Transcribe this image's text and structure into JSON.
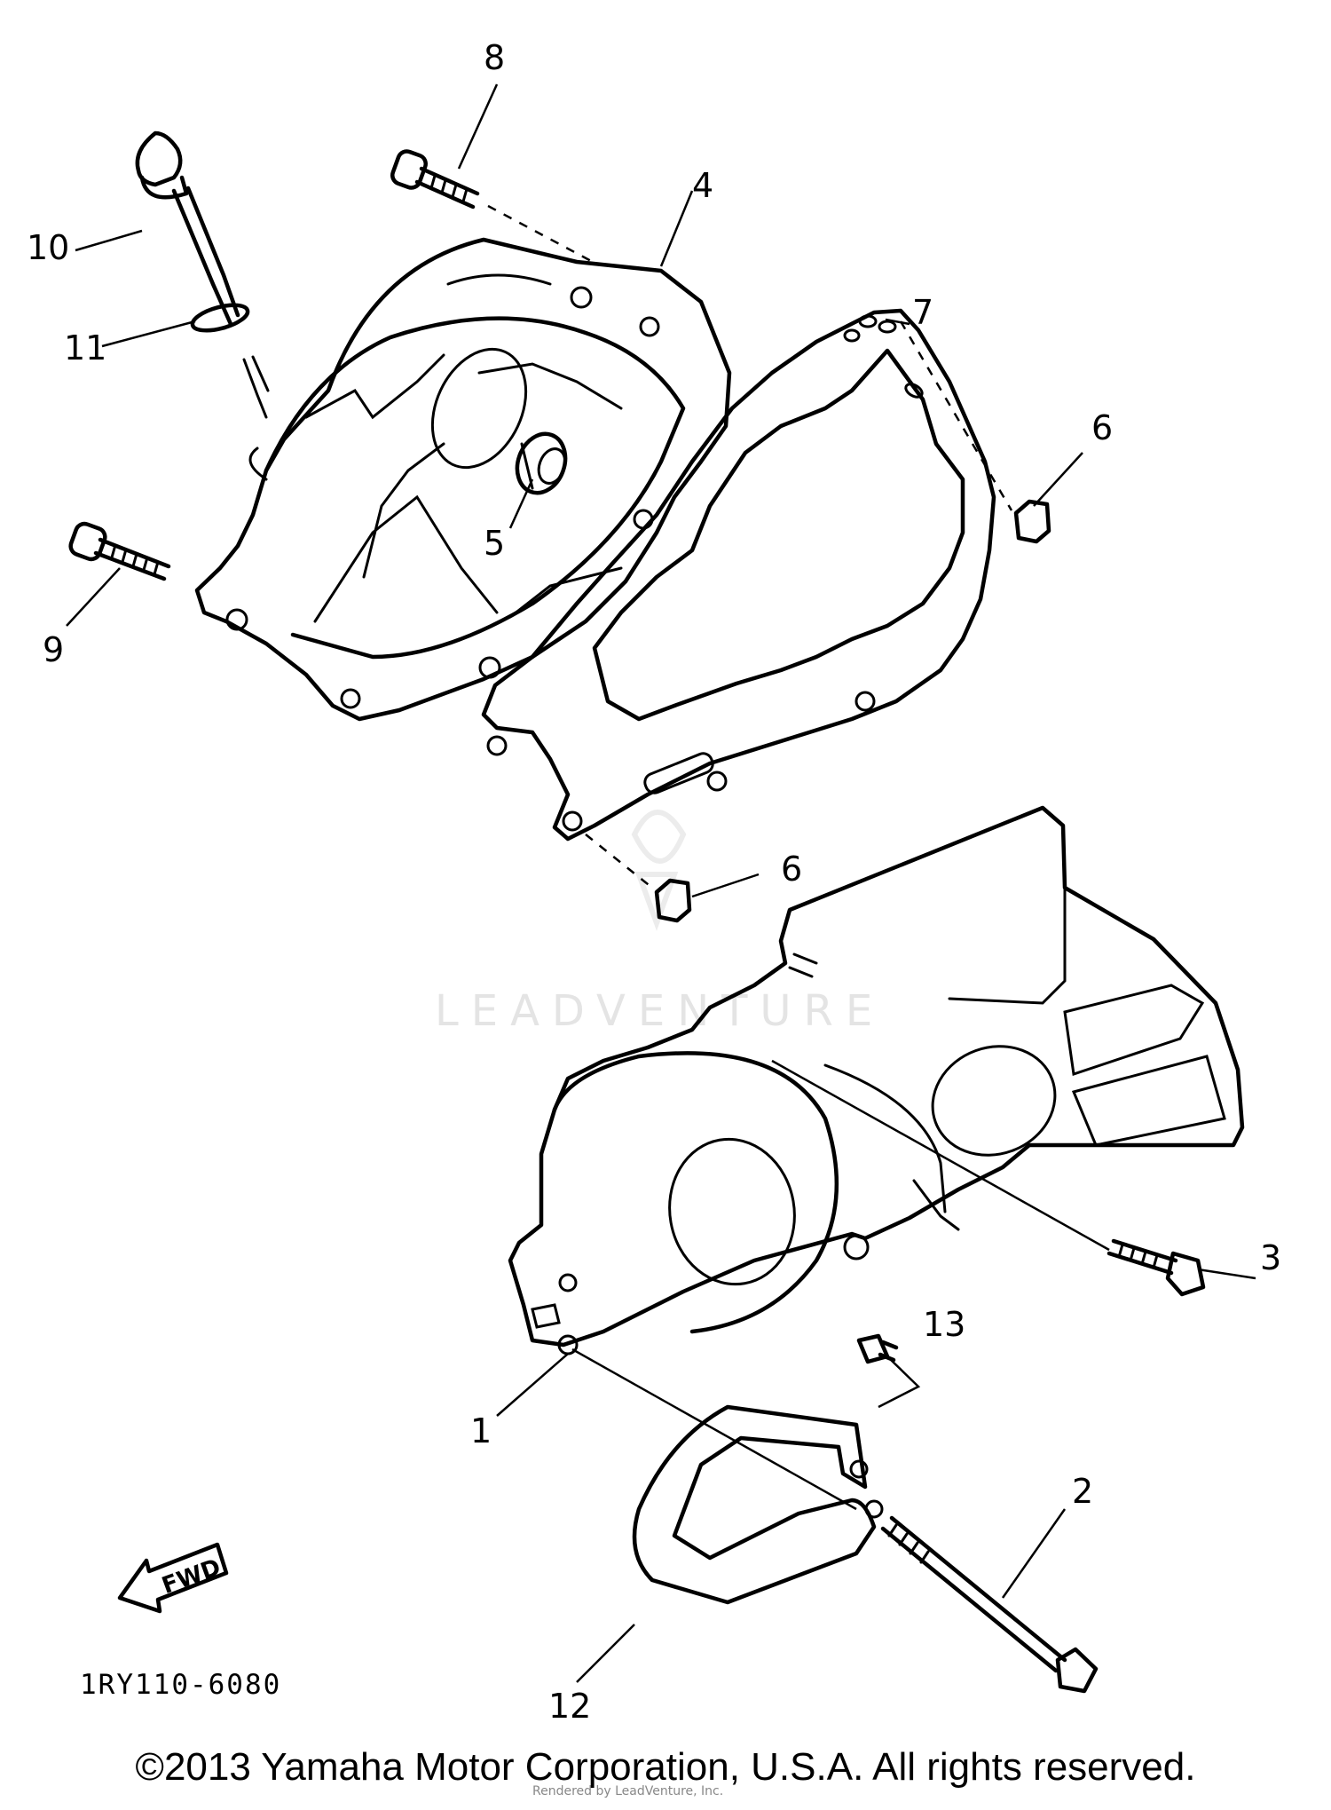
{
  "callouts": {
    "c1": "1",
    "c2": "2",
    "c3": "3",
    "c4": "4",
    "c5": "5",
    "c6a": "6",
    "c6b": "6",
    "c7": "7",
    "c8": "8",
    "c9": "9",
    "c10": "10",
    "c11": "11",
    "c12": "12",
    "c13": "13"
  },
  "fwd_label": "FWD",
  "diagram_code": "1RY110-6080",
  "watermark": "LEADVENTURE",
  "credit": "Rendered by LeadVenture, Inc.",
  "copyright": "©2013 Yamaha Motor Corporation, U.S.A. All rights reserved."
}
